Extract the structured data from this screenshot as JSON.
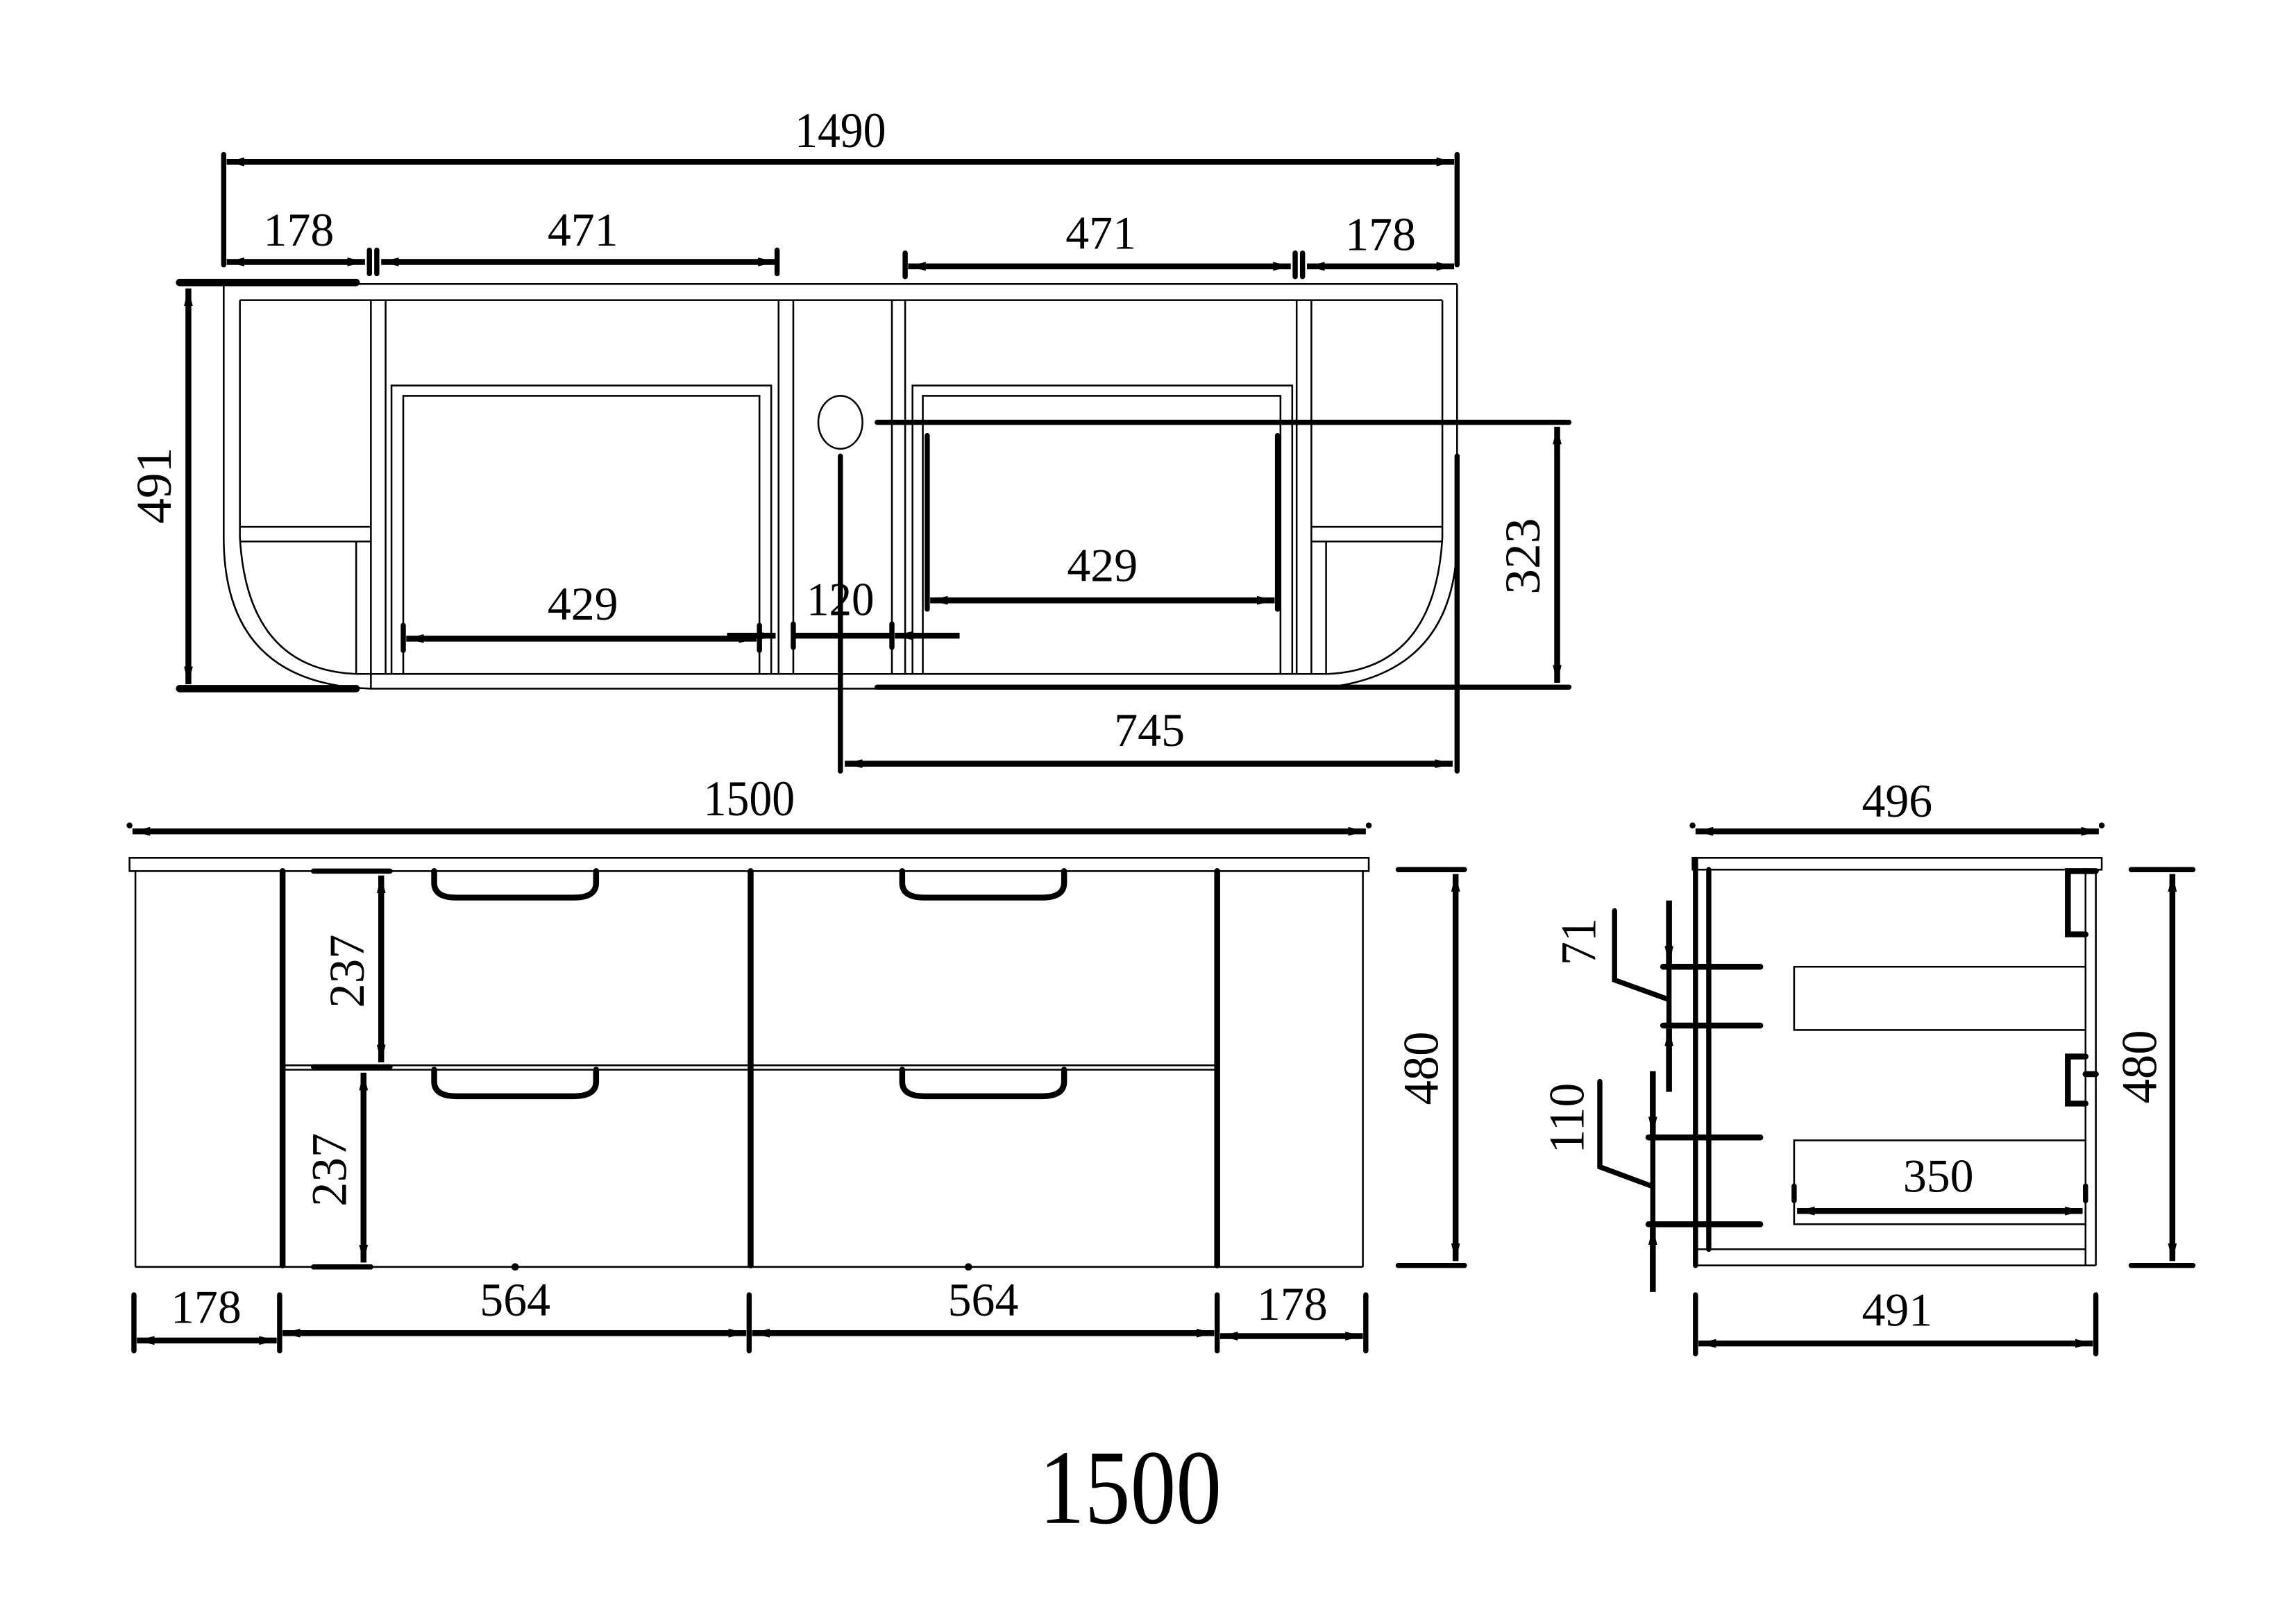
{
  "drawing": {
    "title": "1500",
    "background": "#ffffff",
    "line_color": "#000000",
    "units": "mm"
  },
  "top_view": {
    "overall_width": "1490",
    "segment_left_end": "178",
    "segment_left_mid": "471",
    "segment_right_mid": "471",
    "segment_right_end": "178",
    "depth": "491",
    "basin_cutout_left": "429",
    "basin_cutout_right": "429",
    "gap_center": "120",
    "waste_offset": "745",
    "waste_depth": "323"
  },
  "front_view": {
    "overall_width": "1500",
    "height": "480",
    "drawer_top_height": "237",
    "drawer_bottom_height": "237",
    "bottom_left_end": "178",
    "bottom_left_drawer": "564",
    "bottom_right_drawer": "564",
    "bottom_right_end": "178"
  },
  "side_view": {
    "top_depth": "496",
    "bottom_depth": "491",
    "height": "480",
    "upper_bracket_offset": "71",
    "lower_bracket_offset": "110",
    "drawer_depth": "350"
  }
}
